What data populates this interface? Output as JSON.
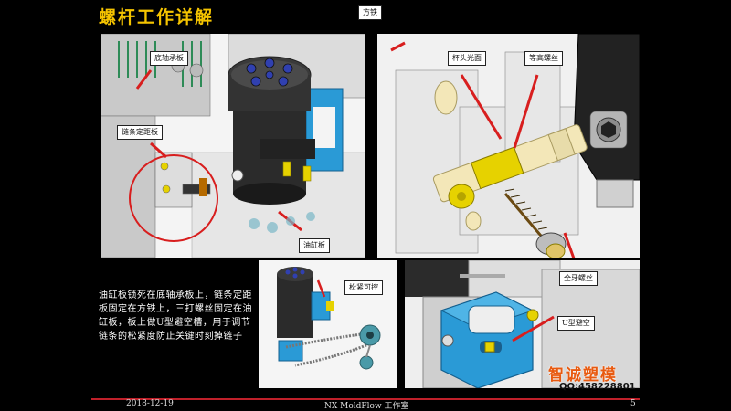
{
  "title": "螺杆工作详解",
  "labels": {
    "bottom_plate": "底轴承板",
    "chain_plate": "链条定距板",
    "cylinder_plate": "油缸板",
    "square_iron": "方铁",
    "socket_head": "杯头光面",
    "shoulder_screw": "等高螺丝",
    "full_thread": "全牙螺丝",
    "loose_tight": "松紧可控",
    "u_relief": "U型避空"
  },
  "description": "油缸板锁死在底轴承板上，链条定距板固定在方铁上，三打螺丝固定在油缸板，板上做U型避空槽，用于调节链条的松紧度防止关键时刻掉链子",
  "brand": "智诚塑模",
  "qq": "QQ:458228801",
  "footer": {
    "date": "2018-12-19",
    "studio": "NX    MoldFlow 工作室",
    "page": "5"
  },
  "colors": {
    "title": "#f5c400",
    "accent_blue": "#2a9ad6",
    "brass": "#e6d200",
    "highlight": "#d81e1e",
    "footer_line": "#c0202a"
  }
}
